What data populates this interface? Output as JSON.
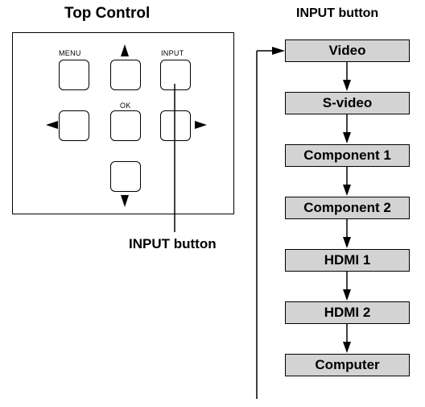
{
  "left_title": "Top Control",
  "right_title": "INPUT button",
  "panel": {
    "menu_label": "MENU",
    "ok_label": "OK",
    "input_label": "INPUT"
  },
  "callout_label": "INPUT button",
  "flow": {
    "items": [
      "Video",
      "S-video",
      "Component 1",
      "Component 2",
      "HDMI 1",
      "HDMI 2",
      "Computer"
    ]
  }
}
